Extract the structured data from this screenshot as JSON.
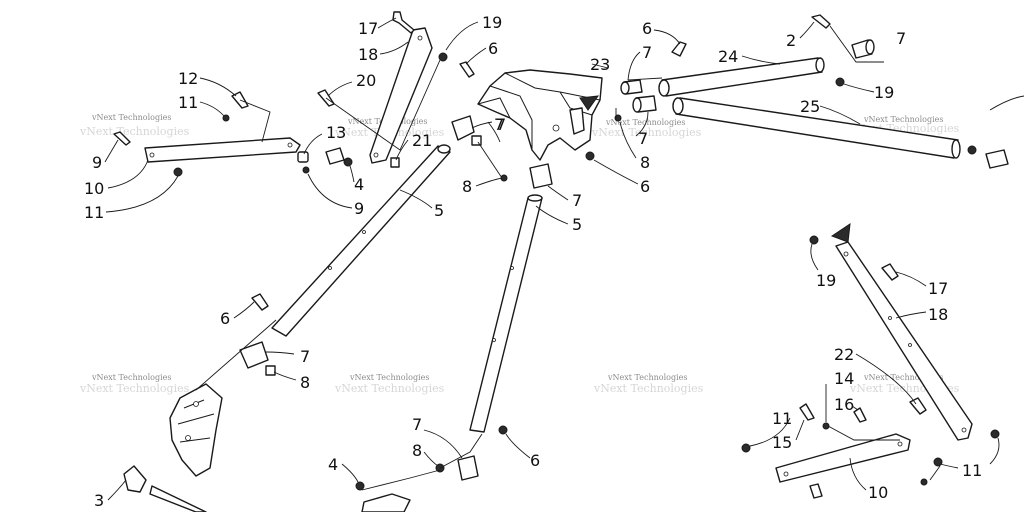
{
  "watermark": {
    "brand": "vNext Technologies"
  },
  "callouts": {
    "c17a": "17",
    "c19a": "19",
    "c18a": "18",
    "c6a": "6",
    "c20": "20",
    "c12": "12",
    "c11a": "11",
    "c13": "13",
    "c21": "21",
    "c9a": "9",
    "c10a": "10",
    "c11b": "11",
    "c4a": "4",
    "c9b": "9",
    "c5a": "5",
    "c23": "23",
    "c7a": "7",
    "c6b": "6",
    "c7b": "7",
    "c24": "24",
    "c2": "2",
    "c7c": "7",
    "c19b": "19",
    "c25": "25",
    "c7d": "7",
    "c8a": "8",
    "c7e": "7",
    "c8b": "8",
    "c6c": "6",
    "c7f": "7",
    "c5b": "5",
    "c6d": "6",
    "c7g": "7",
    "c8c": "8",
    "c19c": "19",
    "c17b": "17",
    "c18b": "18",
    "c22": "22",
    "c14": "14",
    "c16": "16",
    "c11c": "11",
    "c15": "15",
    "c11d": "11",
    "c10b": "10",
    "c7h": "7",
    "c8d": "8",
    "c6e": "6",
    "c4b": "4",
    "c3": "3"
  }
}
